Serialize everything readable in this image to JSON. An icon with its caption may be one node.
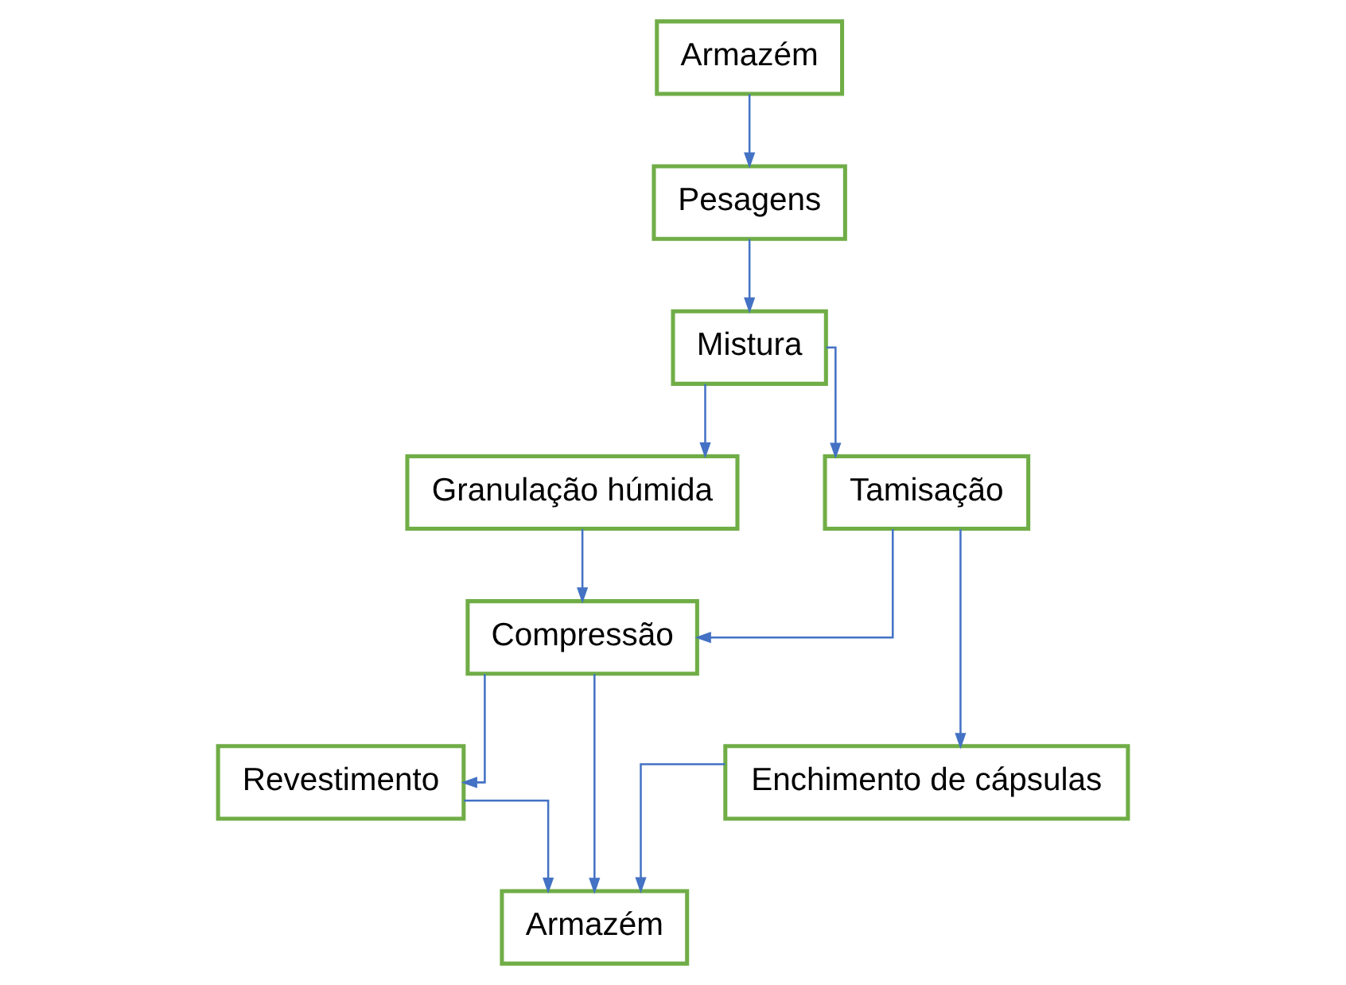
{
  "diagram": {
    "nodes": [
      {
        "text": [
          "Armazém"
        ]
      },
      {
        "text": [
          "Pesagens"
        ]
      },
      {
        "text": [
          "Mistura"
        ]
      },
      {
        "text": [
          "Granulação húmida"
        ]
      },
      {
        "text": [
          "Tamisação"
        ]
      },
      {
        "text": [
          "Compressão"
        ]
      },
      {
        "text": [
          "Enchimento de cápsulas"
        ]
      },
      {
        "text": [
          "Revestimento"
        ]
      },
      {
        "text": [
          "Armazém"
        ]
      }
    ],
    "edges": [
      {
        "from": 0,
        "to": 1,
        "arrow": "to"
      },
      {
        "from": 1,
        "to": 2,
        "arrow": "to"
      },
      {
        "from": 2,
        "to": 3,
        "arrow": "to"
      },
      {
        "from": 2,
        "to": 4,
        "arrow": "to"
      },
      {
        "from": 3,
        "to": 5,
        "arrow": "to"
      },
      {
        "from": 4,
        "to": 5,
        "arrow": "to"
      },
      {
        "from": 4,
        "to": 6,
        "arrow": "to"
      },
      {
        "from": 5,
        "to": 7,
        "arrow": "to"
      },
      {
        "from": 5,
        "to": 8,
        "arrow": "to"
      },
      {
        "from": 6,
        "to": 8,
        "arrow": "to"
      },
      {
        "from": 7,
        "to": 8,
        "arrow": "to"
      }
    ]
  }
}
